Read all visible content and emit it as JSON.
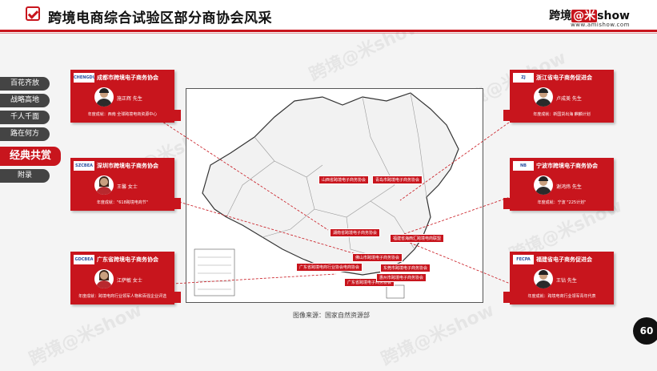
{
  "header": {
    "title": "跨境电商综合试验区部分商协会风采",
    "logo_main_a": "跨境",
    "logo_main_b": "@米",
    "logo_main_c": "show",
    "logo_sub": "www.amishow.com"
  },
  "watermark": "跨境@米show",
  "nav": [
    {
      "label": "百花齐放"
    },
    {
      "label": "战略高地"
    },
    {
      "label": "千人千面"
    },
    {
      "label": "路在何方"
    },
    {
      "label": "经典共赏"
    },
    {
      "label": "附录"
    }
  ],
  "cards": [
    {
      "logo": "CHENGDU",
      "name": "成都市跨境电子商务协会",
      "person": "施正辉 先生",
      "award": "年度成就：西南 全球跨境电商资源中心",
      "gender": "m"
    },
    {
      "logo": "SZCBEA",
      "name": "深圳市跨境电子商务协会",
      "person": "王馨 女士",
      "award": "年度成就：\"618跨境电商节\"",
      "gender": "f"
    },
    {
      "logo": "GDCBEA",
      "name": "广东省跨境电子商务协会",
      "person": "江萨敏 女士",
      "award": "年度成就：跨境电商行业领军人物和百强企业评选",
      "gender": "f"
    },
    {
      "logo": "ZJ",
      "name": "浙江省电子商务促进会",
      "person": "卢成美 先生",
      "award": "年度成就：新国货出海 麒麟计划",
      "gender": "m"
    },
    {
      "logo": "NB",
      "name": "宁波市跨境电子商务协会",
      "person": "谢鸿炜 先生",
      "award": "年度成就：宁波 \"225计划\"",
      "gender": "m"
    },
    {
      "logo": "FECPA",
      "name": "福建省电子商务促进会",
      "person": "王钻 先生",
      "award": "年度成就：跨境电商行业领军青年代表",
      "gender": "m"
    }
  ],
  "map_labels": [
    {
      "text": "山西省跨境电子商务协会"
    },
    {
      "text": "青岛市跨境电子商务协会"
    },
    {
      "text": "湖南省跨境电子商务协会"
    },
    {
      "text": "福建省海西汇跨境电商联盟"
    },
    {
      "text": "佛山市跨境电子商务协会"
    },
    {
      "text": "东莞市跨境电子商务协会"
    },
    {
      "text": "广东省跨境电商行业协会电商协会"
    },
    {
      "text": "广东省跨境电子商务协会"
    },
    {
      "text": "惠州市跨境电子商务协会"
    }
  ],
  "caption": "图像来源：国家自然资源部",
  "page_number": "60"
}
